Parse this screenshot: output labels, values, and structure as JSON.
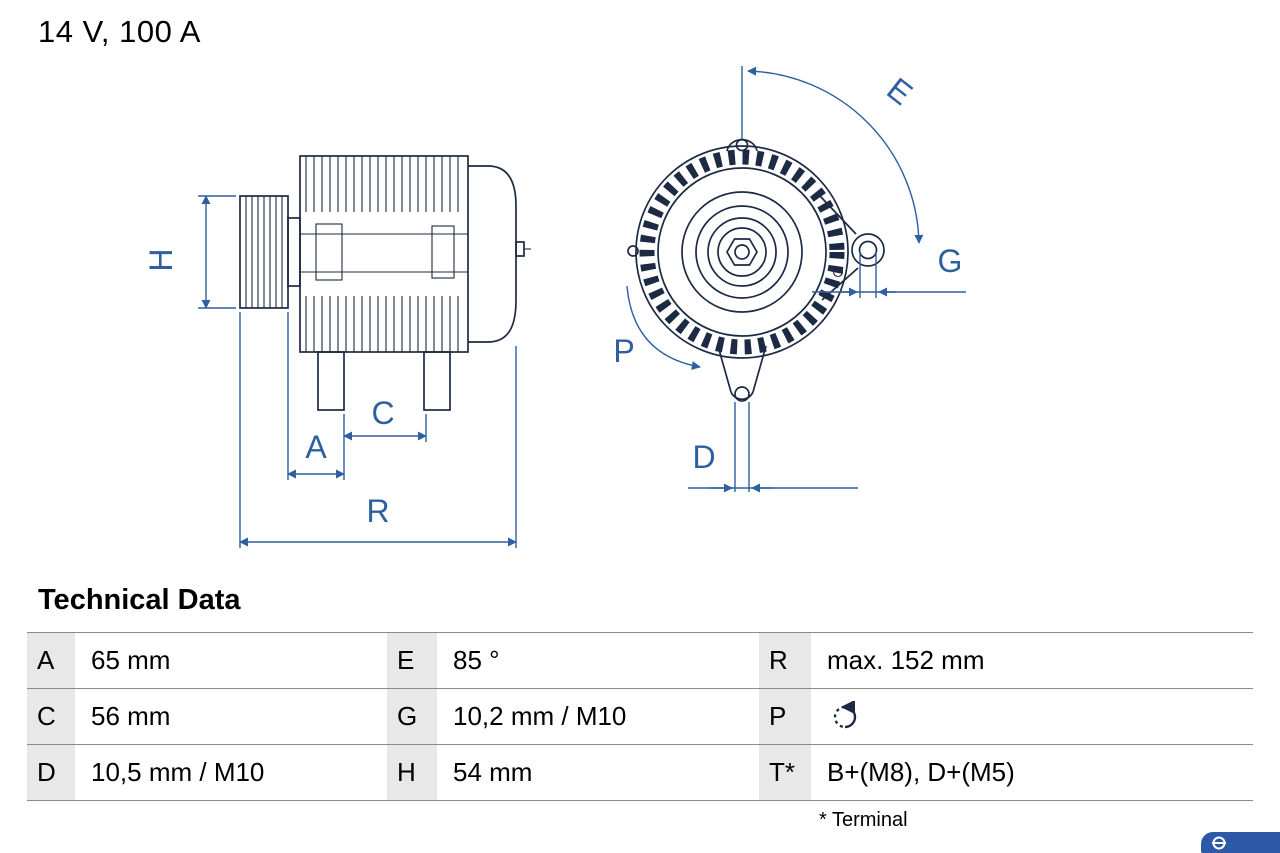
{
  "title": "14 V, 100 A",
  "diagram": {
    "dim_labels": {
      "H": "H",
      "A": "A",
      "C": "C",
      "R": "R",
      "E": "E",
      "G": "G",
      "P": "P",
      "D": "D"
    }
  },
  "table": {
    "title": "Technical Data",
    "rows": [
      {
        "c1k": "A",
        "c1v": "65 mm",
        "c2k": "E",
        "c2v": "85 °",
        "c3k": "R",
        "c3v": "max. 152 mm"
      },
      {
        "c1k": "C",
        "c1v": "56 mm",
        "c2k": "G",
        "c2v": "10,2 mm / M10",
        "c3k": "P",
        "c3v": ""
      },
      {
        "c1k": "D",
        "c1v": "10,5 mm / M10",
        "c2k": "H",
        "c2v": "54 mm",
        "c3k": "T*",
        "c3v": "B+(M8), D+(M5)"
      }
    ],
    "footnote": "* Terminal",
    "p_icon": "counterclockwise-rotation"
  },
  "colors": {
    "part_line": "#1d2a44",
    "dimension_line": "#2e5f9e",
    "table_shade": "#e8e8e8",
    "brand_blue": "#2c5aa8"
  }
}
